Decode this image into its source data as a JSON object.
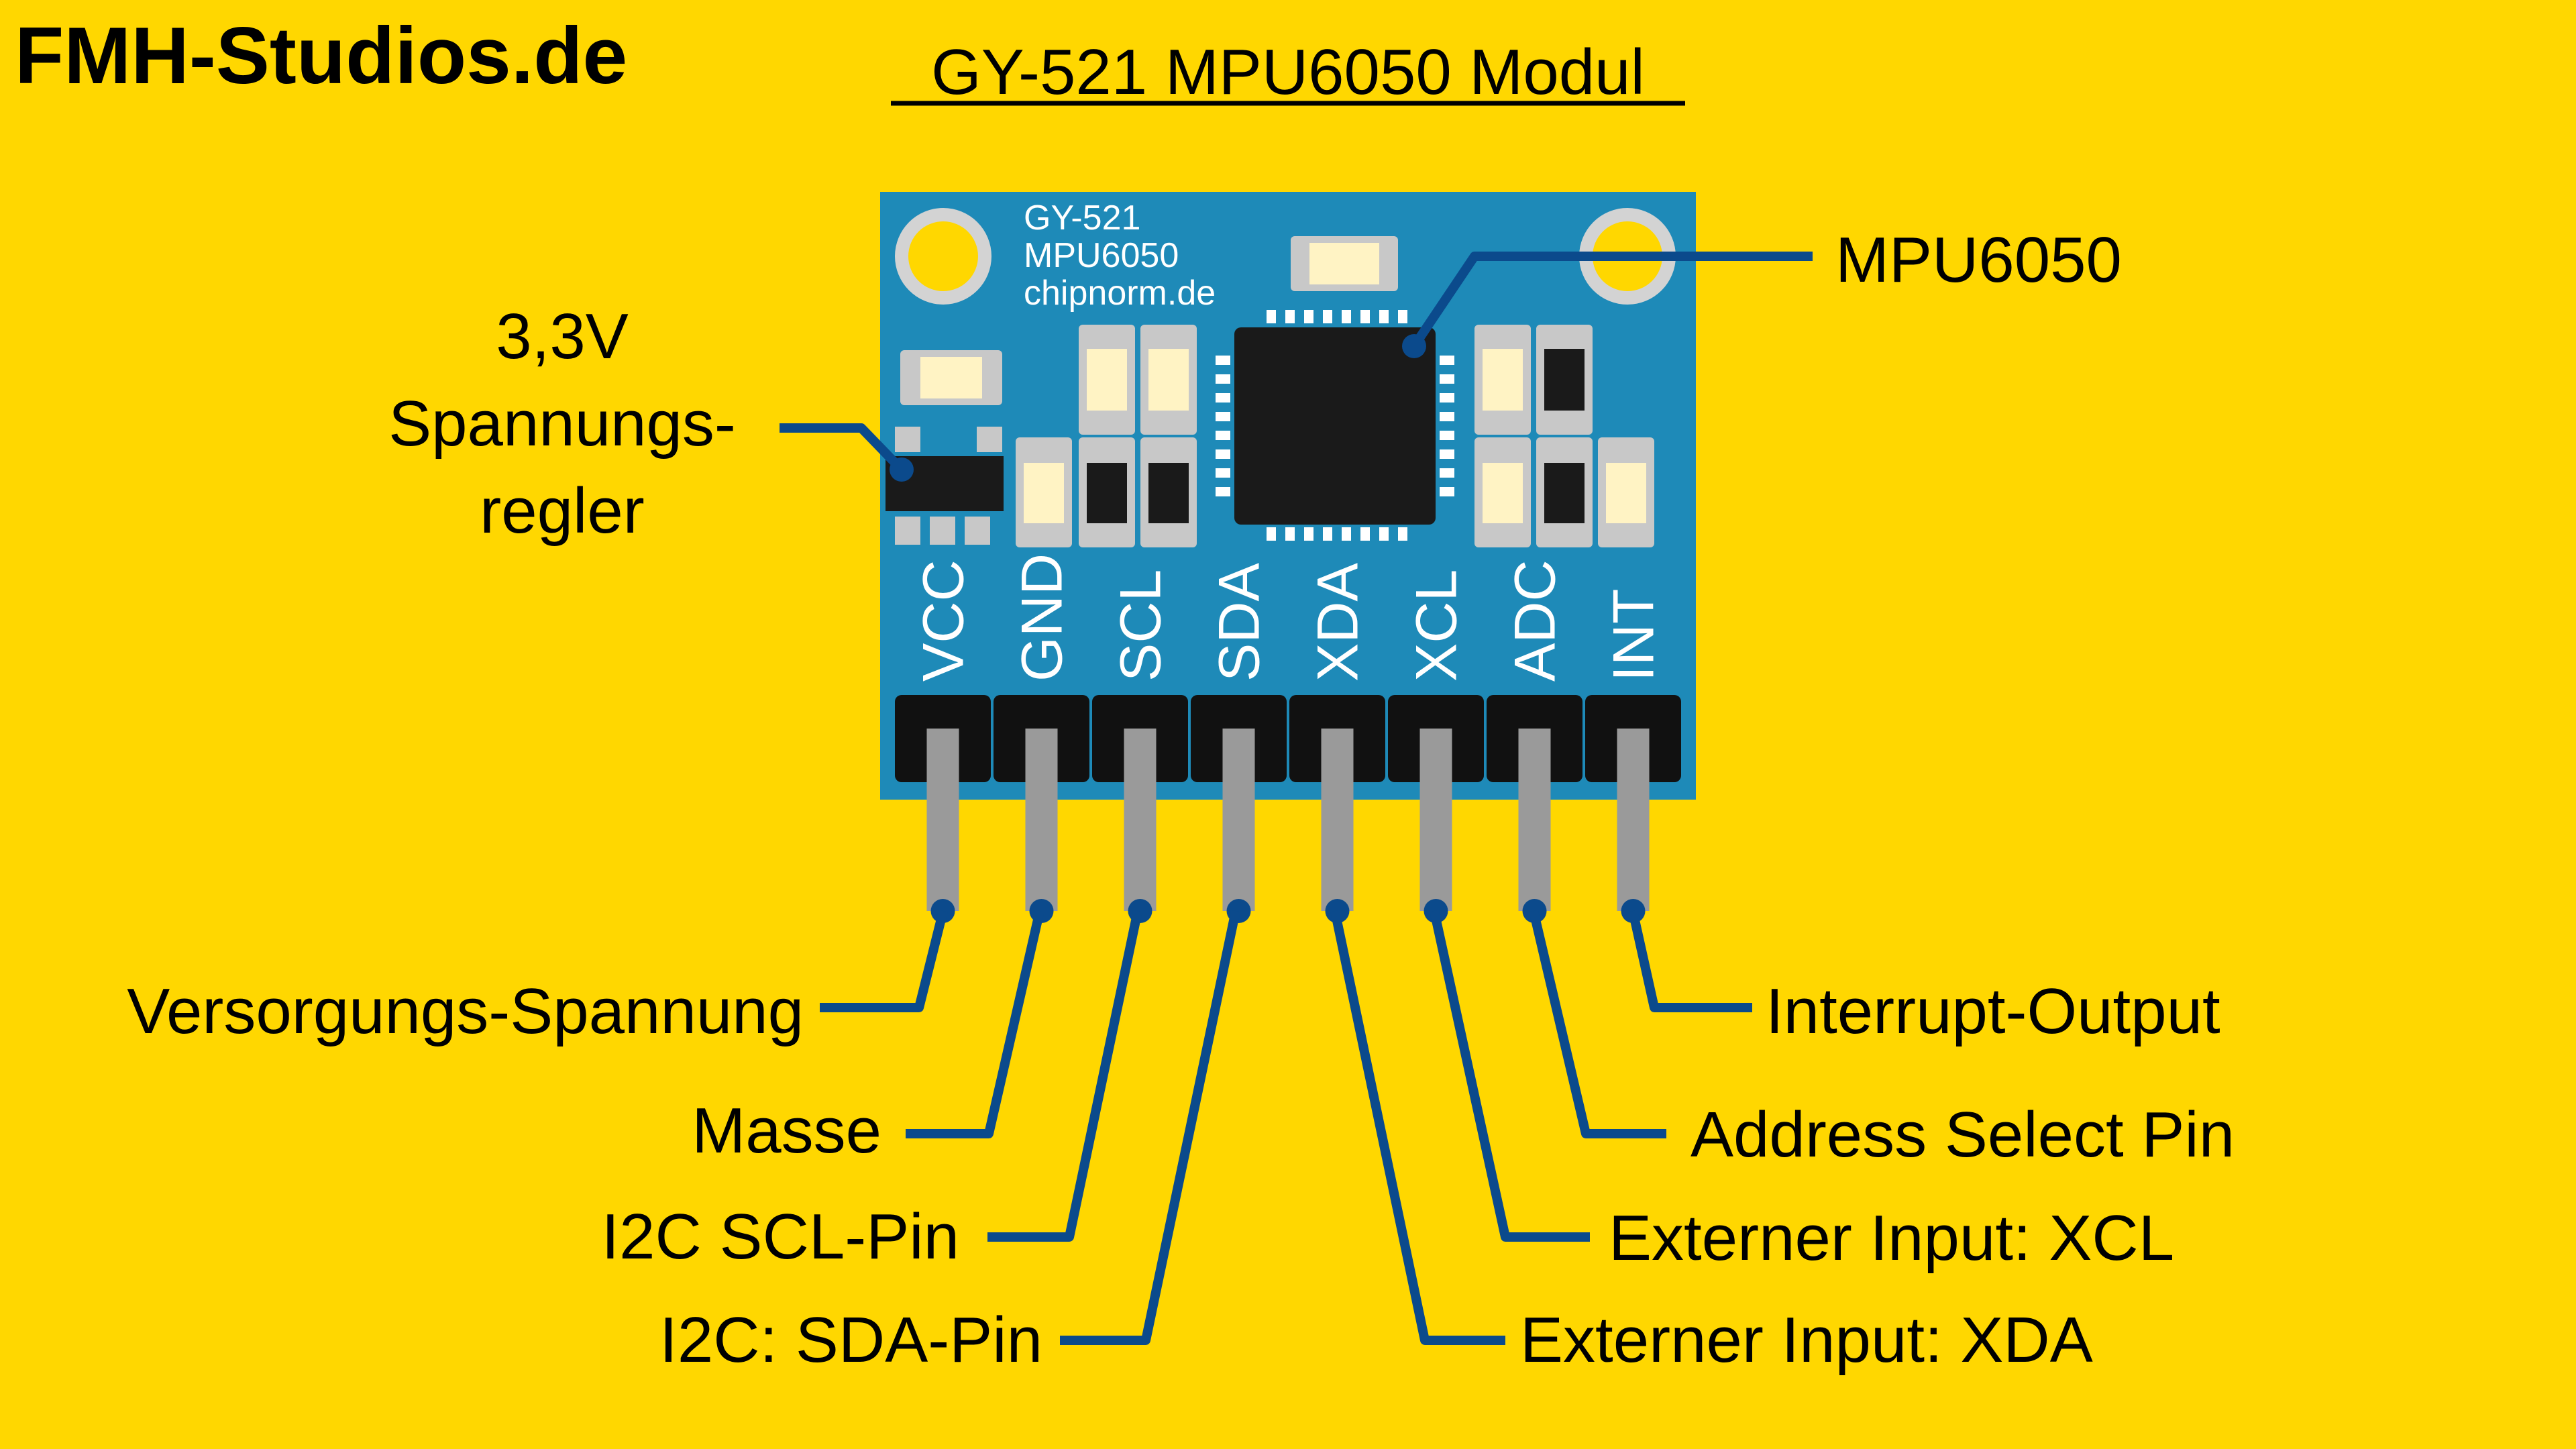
{
  "brand": "FMH-Studios.de",
  "title": "GY-521 MPU6050 Modul",
  "board": {
    "silkscreen": [
      "GY-521",
      "MPU6050",
      "chipnorm.de"
    ],
    "pins": [
      "VCC",
      "GND",
      "SCL",
      "SDA",
      "XDA",
      "XCL",
      "ADC",
      "INT"
    ]
  },
  "callouts": {
    "regulator": [
      "3,3V",
      "Spannungs-",
      "regler"
    ],
    "chip": "MPU6050",
    "pins": {
      "VCC": "Versorgungs-Spannung",
      "GND": "Masse",
      "SCL": "I2C SCL-Pin",
      "SDA": "I2C: SDA-Pin",
      "XDA": "Externer Input: XDA",
      "XCL": "Externer Input: XCL",
      "ADC": "Address Select Pin",
      "INT": "Interrupt-Output"
    }
  },
  "colors": {
    "background": "#FFD700",
    "board": "#1E8AB8",
    "line": "#0B4A8C",
    "chip": "#1A1A1A",
    "pin": "#9A9A9A",
    "header": "#111111"
  }
}
